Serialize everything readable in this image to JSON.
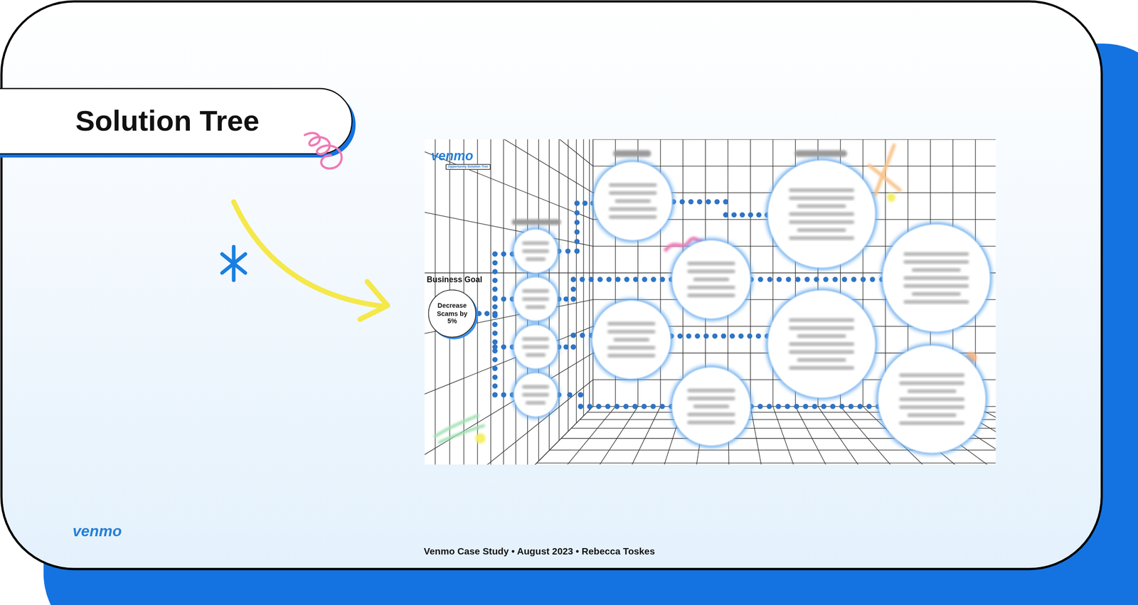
{
  "diagram": {
    "title": "Solution Tree",
    "nodes": [
      {
        "text": [
          "Business Goal",
          "Decrease Scams by 5%"
        ]
      }
    ],
    "labels": [
      "venmo",
      "Opportunity Solution Tree",
      "venmo",
      "Venmo Case Study • August 2023 • Rebecca Toskes"
    ]
  }
}
